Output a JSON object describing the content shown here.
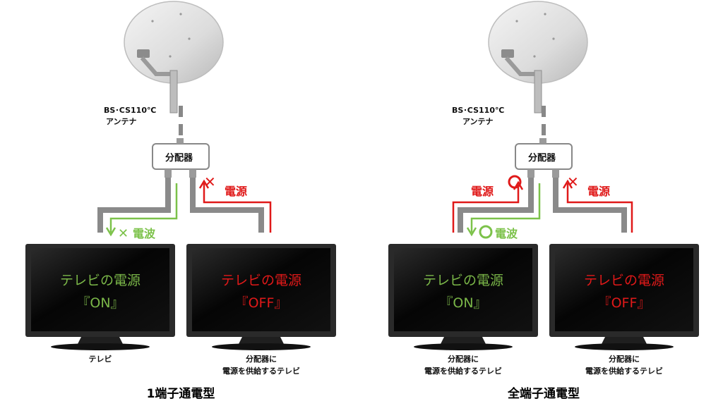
{
  "left": {
    "antenna_label_line1": "BS･CS110℃",
    "antenna_label_line2": "アンテナ",
    "splitter_label": "分配器",
    "power_label": "電源",
    "wave_label": "電波",
    "tv1_line1": "テレビの電源",
    "tv1_line2": "『ON』",
    "tv2_line1": "テレビの電源",
    "tv2_line2": "『OFF』",
    "tv1_caption_line1": "テレビ",
    "tv2_caption_line1": "分配器に",
    "tv2_caption_line2": "電源を供給するテレビ",
    "title": "1端子通電型"
  },
  "right": {
    "antenna_label_line1": "BS･CS110℃",
    "antenna_label_line2": "アンテナ",
    "splitter_label": "分配器",
    "power_label_left": "電源",
    "power_label_right": "電源",
    "wave_label": "電波",
    "tv1_line1": "テレビの電源",
    "tv1_line2": "『ON』",
    "tv2_line1": "テレビの電源",
    "tv2_line2": "『OFF』",
    "tv1_caption_line1": "分配器に",
    "tv1_caption_line2": "電源を供給するテレビ",
    "tv2_caption_line1": "分配器に",
    "tv2_caption_line2": "電源を供給するテレビ",
    "title": "全端子通電型"
  },
  "colors": {
    "power": "#e01919",
    "wave": "#7cc24a",
    "cable": "#808080",
    "tv_frame": "#2a2a2a"
  }
}
